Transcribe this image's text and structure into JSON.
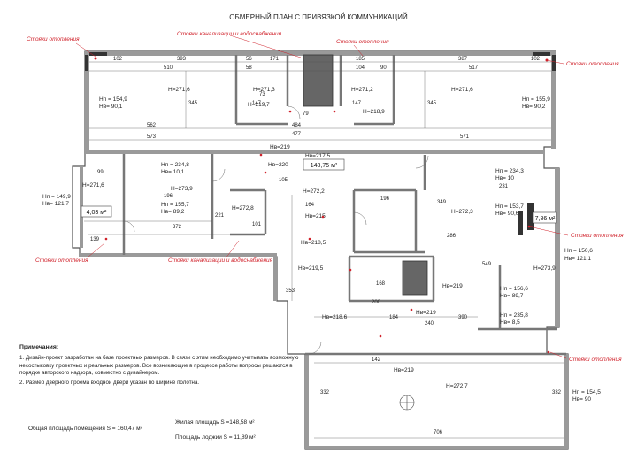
{
  "title": "ОБМЕРНЫЙ ПЛАН С ПРИВЯЗКОЙ КОММУНИКАЦИЙ",
  "red_labels": {
    "heating_risers": "Стояки отопления",
    "sewer_water_risers": "Стояки канализации и водоснабжения",
    "heating_risers_tl": "Стояки отопления",
    "heating_risers_tr": "Стояки отопления",
    "heating_risers_top2": "Стояки отопления",
    "heating_risers_r1": "Стояки отопления",
    "heating_risers_bl": "Стояки отопления",
    "sewer_bottom": "Стояки канализации и водоснабжения",
    "heating_risers_r2": "Стояки отопления"
  },
  "areas": {
    "main_room": "148,75 м²",
    "loggia_left": "4,03 м²",
    "loggia_right": "7,86 м²"
  },
  "heights": {
    "r1": "H=271,6",
    "r2": "H=271,3",
    "r3": "H=271,2",
    "r4": "H=271,6",
    "r5": "H=219,7",
    "r6": "H=218,9",
    "r7": "H=273,9",
    "r8": "H=272,8",
    "r9": "H=272,2",
    "r10": "H=272,3",
    "r11": "H=273,9",
    "r12": "H=272,7",
    "r13": "H=271,6",
    "hb1": "Hв=219",
    "hb2": "Hв=220",
    "hb3": "Hв=217,5",
    "hb4": "Hв=215",
    "hb5": "Hв=218,5",
    "hb6": "Hв=219,5",
    "hb7": "Hв=218,6",
    "hb8": "Hв=219",
    "hb9": "Hв=219",
    "hb10": "Hв=219"
  },
  "window_marks": {
    "w1a": "Hп = 154,9",
    "w1b": "Hв= 90,1",
    "w2a": "Hп = 155,9",
    "w2b": "Hв= 90,2",
    "w3a": "Hп = 234,8",
    "w3b": "Hв= 10,1",
    "w4a": "Hп = 155,7",
    "w4b": "Hв= 89,2",
    "w5a": "Hп = 149,9",
    "w5b": "Hв= 121,7",
    "w6a": "Hп = 234,3",
    "w6b": "Hв= 10",
    "w7a": "Hп = 153,7",
    "w7b": "Hв= 90,6",
    "w8a": "Hп = 150,6",
    "w8b": "Hв= 121,1",
    "w9a": "Hп = 156,6",
    "w9b": "Hв= 89,7",
    "w10a": "Hп = 235,8",
    "w10b": "Hв= 8,5",
    "w11a": "Hп = 154,5",
    "w11b": "Hв= 90"
  },
  "dims": {
    "d1": "102",
    "d2": "393",
    "d3": "56",
    "d4": "171",
    "d5": "185",
    "d6": "387",
    "d7": "102",
    "d8": "510",
    "d9": "58",
    "d10": "104",
    "d11": "517",
    "d12": "90",
    "d13": "562",
    "d14": "573",
    "d15": "571",
    "d16": "484",
    "d17": "477",
    "d18": "345",
    "d19": "345",
    "d20": "147",
    "d21": "147",
    "d22": "99",
    "d23": "196",
    "d24": "139",
    "d25": "372",
    "d26": "105",
    "d27": "221",
    "d28": "101",
    "d29": "231",
    "d30": "349",
    "d31": "286",
    "d32": "196",
    "d33": "164",
    "d34": "353",
    "d35": "390",
    "d36": "142",
    "d37": "706",
    "d38": "332",
    "d39": "332",
    "d40": "549",
    "d41": "168",
    "d42": "200",
    "d43": "184",
    "d44": "240",
    "d45": "73",
    "d46": "79"
  },
  "notes": {
    "heading": "Примечания:",
    "n1": "1. Дизайн-проект разработан на базе проектных размеров. В связи с этим необходимо учитывать возможную несостыковку проектных и реальных размеров. Все возникающие в процессе работы вопросы решаются в порядке авторского надзора, совместно с дизайнером.",
    "n2": "2. Размер дверного проема входной двери указан по ширине полотна."
  },
  "totals": {
    "living": "Жилая площадь  S =148,58 м²",
    "total": "Общая площадь помещения  S = 160,47 м²",
    "loggia": "Площадь лоджии  S = 11,89 м²"
  },
  "colors": {
    "wall": "#8a8a8a",
    "wall_dark": "#444444",
    "accent": "#d0212a",
    "line": "#555555"
  }
}
